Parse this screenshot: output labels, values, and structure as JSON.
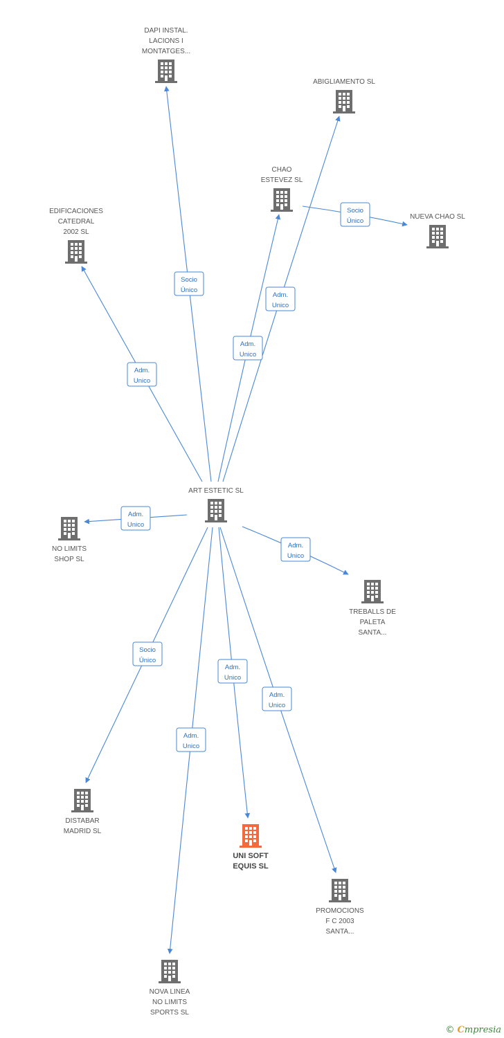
{
  "colors": {
    "edge": "#4a87d6",
    "building": "#6e6e6e",
    "highlight": "#f26a3d",
    "label": "#555555"
  },
  "nodes": [
    {
      "id": "art",
      "lines": [
        "ART ESTETIC SL"
      ],
      "icon": "building-icon"
    },
    {
      "id": "dapi",
      "lines": [
        "DAPI INSTAL.",
        "LACIONS I",
        "MONTATGES..."
      ],
      "icon": "building-icon"
    },
    {
      "id": "abig",
      "lines": [
        "ABIGLIAMENTO SL"
      ],
      "icon": "building-icon"
    },
    {
      "id": "chao",
      "lines": [
        "CHAO",
        "ESTEVEZ SL"
      ],
      "icon": "building-icon"
    },
    {
      "id": "nuevachao",
      "lines": [
        "NUEVA CHAO SL"
      ],
      "icon": "building-icon"
    },
    {
      "id": "edif",
      "lines": [
        "EDIFICACIONES",
        "CATEDRAL",
        "2002 SL"
      ],
      "icon": "building-icon"
    },
    {
      "id": "nolimits",
      "lines": [
        "NO LIMITS",
        "SHOP SL"
      ],
      "icon": "building-icon"
    },
    {
      "id": "treballs",
      "lines": [
        "TREBALLS DE",
        "PALETA",
        "SANTA..."
      ],
      "icon": "building-icon"
    },
    {
      "id": "distabar",
      "lines": [
        "DISTABAR",
        "MADRID SL"
      ],
      "icon": "building-icon"
    },
    {
      "id": "unisoft",
      "lines": [
        "UNI SOFT",
        "EQUIS SL"
      ],
      "icon": "building-icon",
      "highlight": true
    },
    {
      "id": "promocions",
      "lines": [
        "PROMOCIONS",
        "F C 2003",
        "SANTA..."
      ],
      "icon": "building-icon"
    },
    {
      "id": "novalinea",
      "lines": [
        "NOVA LINEA",
        "NO LIMITS",
        "SPORTS SL"
      ],
      "icon": "building-icon"
    }
  ],
  "edges": [
    {
      "from": "art",
      "to": "dapi",
      "lines": [
        "Socio",
        "Único"
      ]
    },
    {
      "from": "art",
      "to": "abig",
      "lines": [
        "Adm.",
        "Unico"
      ]
    },
    {
      "from": "art",
      "to": "chao",
      "lines": [
        "Adm.",
        "Unico"
      ]
    },
    {
      "from": "chao",
      "to": "nuevachao",
      "lines": [
        "Socio",
        "Único"
      ]
    },
    {
      "from": "art",
      "to": "edif",
      "lines": [
        "Adm.",
        "Unico"
      ]
    },
    {
      "from": "art",
      "to": "nolimits",
      "lines": [
        "Adm.",
        "Unico"
      ]
    },
    {
      "from": "art",
      "to": "treballs",
      "lines": [
        "Adm.",
        "Unico"
      ]
    },
    {
      "from": "art",
      "to": "distabar",
      "lines": [
        "Socio",
        "Único"
      ]
    },
    {
      "from": "art",
      "to": "unisoft",
      "lines": [
        "Adm.",
        "Unico"
      ]
    },
    {
      "from": "art",
      "to": "promocions",
      "lines": [
        "Adm.",
        "Unico"
      ]
    },
    {
      "from": "art",
      "to": "novalinea",
      "lines": [
        "Adm.",
        "Unico"
      ]
    }
  ],
  "footer": {
    "copyright": "©",
    "brand_first": "C",
    "brand_rest": "mpresia"
  }
}
